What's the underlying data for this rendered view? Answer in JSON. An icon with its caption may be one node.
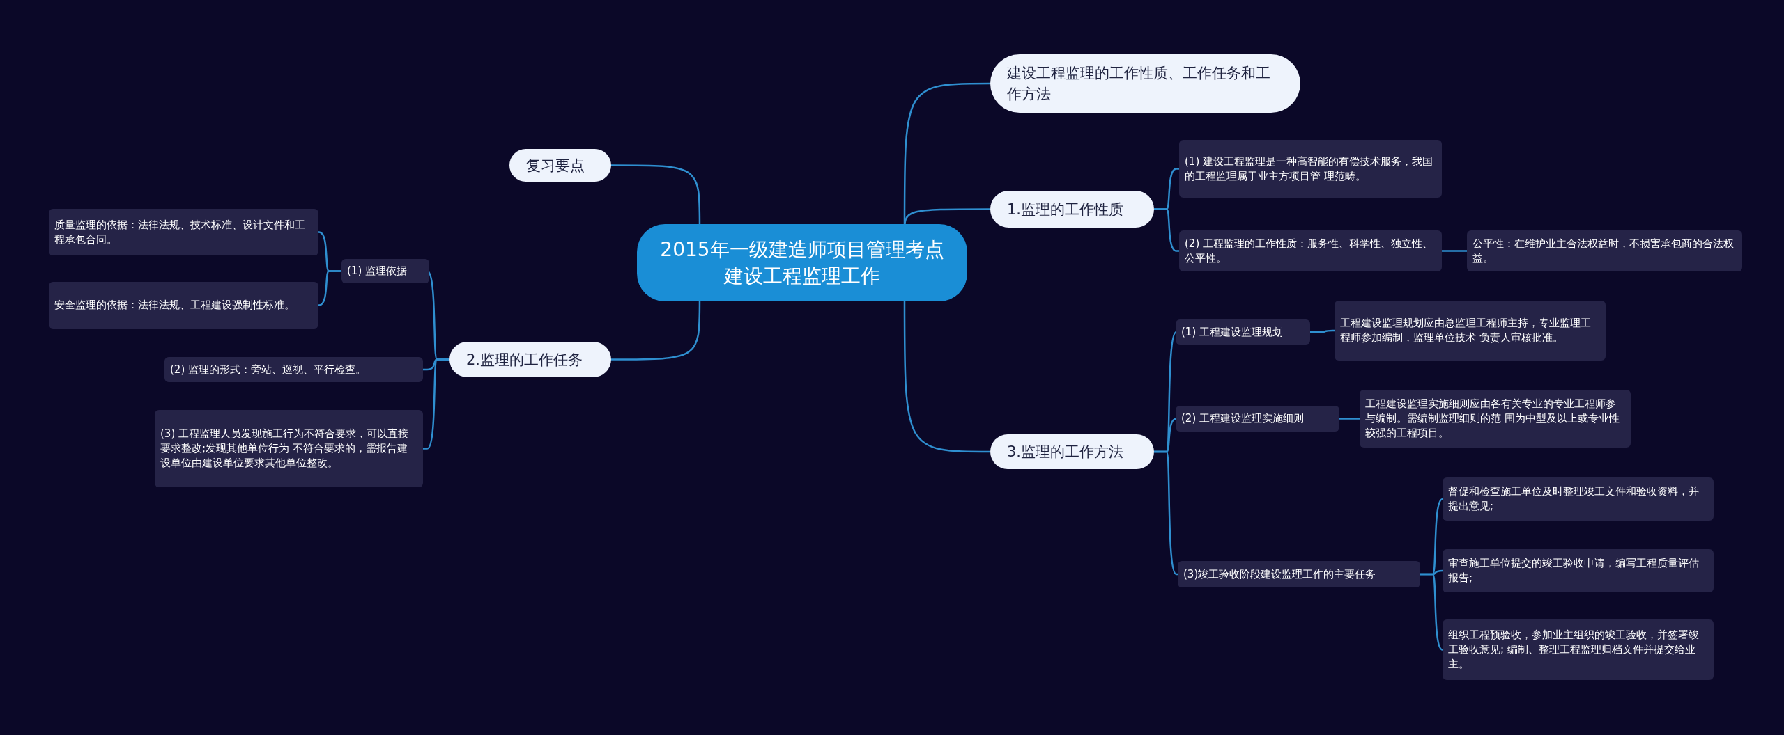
{
  "diagram": {
    "nodes": [
      {
        "text": [
          "2015年一级建造师项目管理考点建设工程监理工作"
        ]
      },
      {
        "text": [
          "复习要点"
        ]
      },
      {
        "text": [
          "2.监理的工作任务"
        ]
      },
      {
        "text": [
          "(1) 监理依据"
        ]
      },
      {
        "text": [
          "质量监理的依据：法律法规、技术标准、设计文件和工程承包合同。"
        ]
      },
      {
        "text": [
          "安全监理的依据：法律法规、工程建设强制性标准。"
        ]
      },
      {
        "text": [
          "(2) 监理的形式：旁站、巡视、平行检查。"
        ]
      },
      {
        "text": [
          "(3) 工程监理人员发现施工行为不符合要求，可以直接要求整改;发现其他单位行为 不符合要求的，需报告建设单位由建设单位要求其他单位整改。"
        ]
      },
      {
        "text": [
          "建设工程监理的工作性质、工作任务和工作方法"
        ]
      },
      {
        "text": [
          "1.监理的工作性质"
        ]
      },
      {
        "text": [
          "(1) 建设工程监理是一种高智能的有偿技术服务，我国的工程监理属于业主方项目管 理范畴。"
        ]
      },
      {
        "text": [
          "(2) 工程监理的工作性质：服务性、科学性、独立性、公平性。"
        ]
      },
      {
        "text": [
          "公平性：在维护业主合法权益时，不损害承包商的合法权益。"
        ]
      },
      {
        "text": [
          "3.监理的工作方法"
        ]
      },
      {
        "text": [
          "(1) 工程建设监理规划"
        ]
      },
      {
        "text": [
          "工程建设监理规划应由总监理工程师主持，专业监理工程师参加编制，监理单位技术 负责人审核批准。"
        ]
      },
      {
        "text": [
          "(2) 工程建设监理实施细则"
        ]
      },
      {
        "text": [
          "工程建设监理实施细则应由各有关专业的专业工程师参与编制。需编制监理细则的范 围为中型及以上或专业性较强的工程项目。"
        ]
      },
      {
        "text": [
          "(3)竣工验收阶段建设监理工作的主要任务"
        ]
      },
      {
        "text": [
          "督促和检查施工单位及时整理竣工文件和验收资料，并提出意见;"
        ]
      },
      {
        "text": [
          "审查施工单位提交的竣工验收申请，编写工程质量评估报告;"
        ]
      },
      {
        "text": [
          "组织工程预验收，参加业主组织的竣工验收，并签署竣工验收意见; 编制、整理工程监理归档文件并提交给业主。"
        ]
      }
    ],
    "edges": [
      {
        "from": 0,
        "to": 1,
        "arrow": "none"
      },
      {
        "from": 0,
        "to": 2,
        "arrow": "none"
      },
      {
        "from": 2,
        "to": 3,
        "arrow": "none"
      },
      {
        "from": 3,
        "to": 4,
        "arrow": "none"
      },
      {
        "from": 3,
        "to": 5,
        "arrow": "none"
      },
      {
        "from": 2,
        "to": 6,
        "arrow": "none"
      },
      {
        "from": 2,
        "to": 7,
        "arrow": "none"
      },
      {
        "from": 0,
        "to": 8,
        "arrow": "none"
      },
      {
        "from": 0,
        "to": 9,
        "arrow": "none"
      },
      {
        "from": 9,
        "to": 10,
        "arrow": "none"
      },
      {
        "from": 9,
        "to": 11,
        "arrow": "none"
      },
      {
        "from": 11,
        "to": 12,
        "arrow": "none"
      },
      {
        "from": 0,
        "to": 13,
        "arrow": "none"
      },
      {
        "from": 13,
        "to": 14,
        "arrow": "none"
      },
      {
        "from": 14,
        "to": 15,
        "arrow": "none"
      },
      {
        "from": 13,
        "to": 16,
        "arrow": "none"
      },
      {
        "from": 16,
        "to": 17,
        "arrow": "none"
      },
      {
        "from": 13,
        "to": 18,
        "arrow": "none"
      },
      {
        "from": 18,
        "to": 19,
        "arrow": "none"
      },
      {
        "from": 18,
        "to": 20,
        "arrow": "none"
      },
      {
        "from": 18,
        "to": 21,
        "arrow": "none"
      }
    ]
  }
}
